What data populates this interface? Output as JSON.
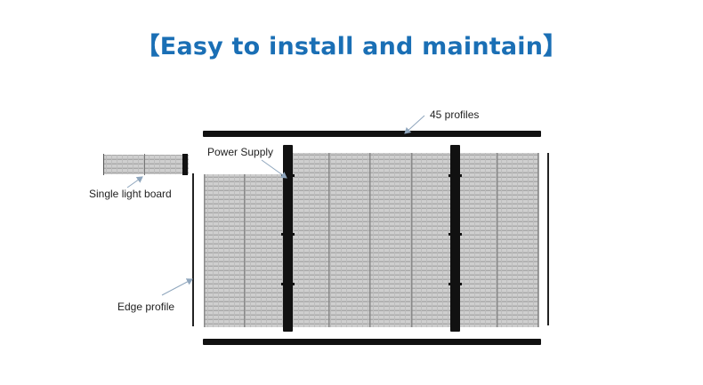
{
  "title": "【Easy to install and maintain】",
  "labels": {
    "profiles_45": "45 profiles",
    "power_supply": "Power Supply",
    "single_light_board": "Single light board",
    "edge_profile": "Edge profile"
  },
  "colors": {
    "title": "#1a6fb5",
    "profile": "#111111",
    "panel": "#c9c9c9",
    "arrow": "#8fa6bd"
  }
}
